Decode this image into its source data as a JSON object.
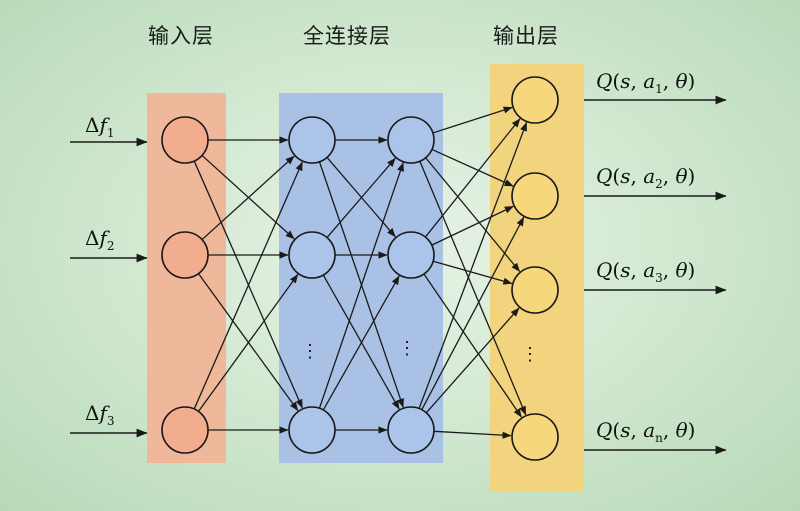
{
  "layers": {
    "input_title": "输入层",
    "hidden_title": "全连接层",
    "output_title": "输出层"
  },
  "colors": {
    "input_band": "#f0b89a",
    "hidden_band": "#a9c1e4",
    "output_band": "#f2d47f",
    "input_node": "#f2ac8e",
    "hidden_node": "#aac4ea",
    "output_node": "#f6d77c"
  },
  "inputs": [
    {
      "delta": "Δ",
      "var": "f",
      "sub": "1"
    },
    {
      "delta": "Δ",
      "var": "f",
      "sub": "2"
    },
    {
      "delta": "Δ",
      "var": "f",
      "sub": "3"
    }
  ],
  "outputs": [
    {
      "q": "Q",
      "open": "(",
      "s": "s",
      "comma1": ", ",
      "a": "a",
      "sub": "1",
      "comma2": ", ",
      "theta": "θ",
      "close": ")"
    },
    {
      "q": "Q",
      "open": "(",
      "s": "s",
      "comma1": ", ",
      "a": "a",
      "sub": "2",
      "comma2": ", ",
      "theta": "θ",
      "close": ")"
    },
    {
      "q": "Q",
      "open": "(",
      "s": "s",
      "comma1": ", ",
      "a": "a",
      "sub": "3",
      "comma2": ", ",
      "theta": "θ",
      "close": ")"
    },
    {
      "q": "Q",
      "open": "(",
      "s": "s",
      "comma1": ", ",
      "a": "a",
      "sub": "n",
      "comma2": ", ",
      "theta": "θ",
      "close": ")"
    }
  ],
  "ellipsis": "⋮"
}
